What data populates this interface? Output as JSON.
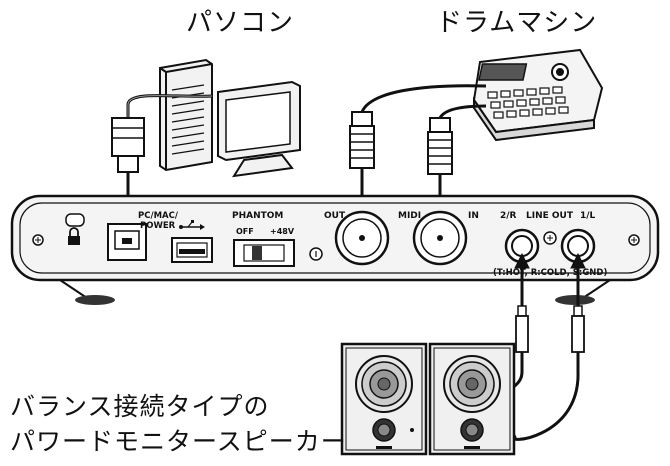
{
  "labels": {
    "computer": "パソコン",
    "drum_machine": "ドラムマシン",
    "speaker_line1": "バランス接続タイプの",
    "speaker_line2": "パワードモニタースピーカー"
  },
  "panel": {
    "pc_port": "PC/MAC/",
    "pc_port2": "POWER",
    "phantom": "PHANTOM",
    "phantom_off": "OFF",
    "phantom_on": "+48V",
    "midi_out": "OUT",
    "midi": "MIDI",
    "midi_in": "IN",
    "line_r": "2/R",
    "line_out": "LINE OUT",
    "line_l": "1/L",
    "line_note": "(T:HOT, R:COLD, S:GND)"
  },
  "colors": {
    "line": "#111111",
    "panel_fill": "#f4f4f4",
    "device_fill": "#ececec"
  }
}
